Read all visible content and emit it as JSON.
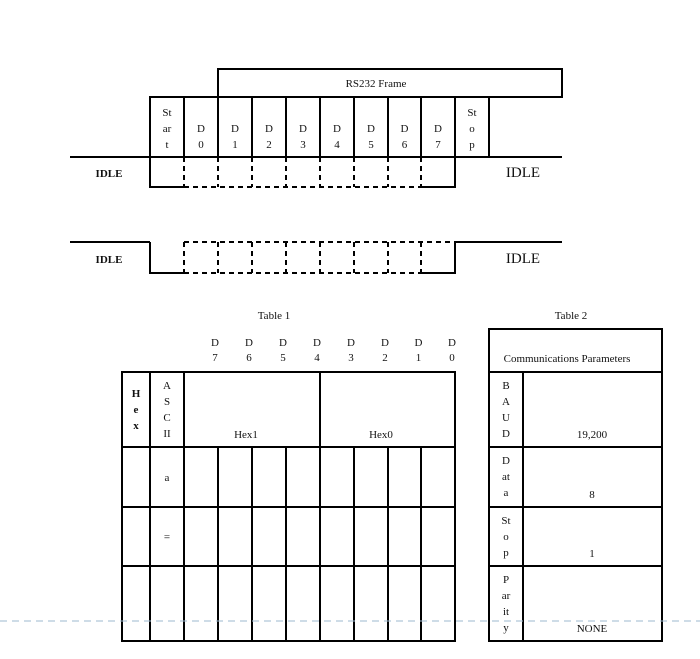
{
  "frame": {
    "title": "RS232 Frame",
    "idle_left": "IDLE",
    "idle_right": "IDLE",
    "bits": [
      {
        "lines": [
          "St",
          "ar",
          "t"
        ]
      },
      {
        "lines": [
          "D",
          "0"
        ]
      },
      {
        "lines": [
          "D",
          "1"
        ]
      },
      {
        "lines": [
          "D",
          "2"
        ]
      },
      {
        "lines": [
          "D",
          "3"
        ]
      },
      {
        "lines": [
          "D",
          "4"
        ]
      },
      {
        "lines": [
          "D",
          "5"
        ]
      },
      {
        "lines": [
          "D",
          "6"
        ]
      },
      {
        "lines": [
          "D",
          "7"
        ]
      },
      {
        "lines": [
          "St",
          "o",
          "p"
        ]
      }
    ]
  },
  "waveform2": {
    "idle_left": "IDLE",
    "idle_right": "IDLE"
  },
  "table1": {
    "title": "Table 1",
    "bit_headers": [
      {
        "lines": [
          "D",
          "7"
        ]
      },
      {
        "lines": [
          "D",
          "6"
        ]
      },
      {
        "lines": [
          "D",
          "5"
        ]
      },
      {
        "lines": [
          "D",
          "4"
        ]
      },
      {
        "lines": [
          "D",
          "3"
        ]
      },
      {
        "lines": [
          "D",
          "2"
        ]
      },
      {
        "lines": [
          "D",
          "1"
        ]
      },
      {
        "lines": [
          "D",
          "0"
        ]
      }
    ],
    "col_hex_lines": [
      "H",
      "e",
      "x"
    ],
    "col_ascii_lines": [
      "A",
      "S",
      "C",
      "II"
    ],
    "hex1_label": "Hex1",
    "hex0_label": "Hex0",
    "rows": [
      {
        "hex": "",
        "ascii": "a"
      },
      {
        "hex": "",
        "ascii": "="
      },
      {
        "hex": "",
        "ascii": ""
      }
    ]
  },
  "table2": {
    "title": "Table 2",
    "header": "Communications Parameters",
    "rows": [
      {
        "label_lines": [
          "B",
          "A",
          "U",
          "D"
        ],
        "value": "19,200"
      },
      {
        "label_lines": [
          "D",
          "at",
          "a"
        ],
        "value": "8"
      },
      {
        "label_lines": [
          "St",
          "o",
          "p"
        ],
        "value": "1"
      },
      {
        "label_lines": [
          "P",
          "ar",
          "it",
          "y"
        ],
        "value": "NONE"
      }
    ]
  }
}
